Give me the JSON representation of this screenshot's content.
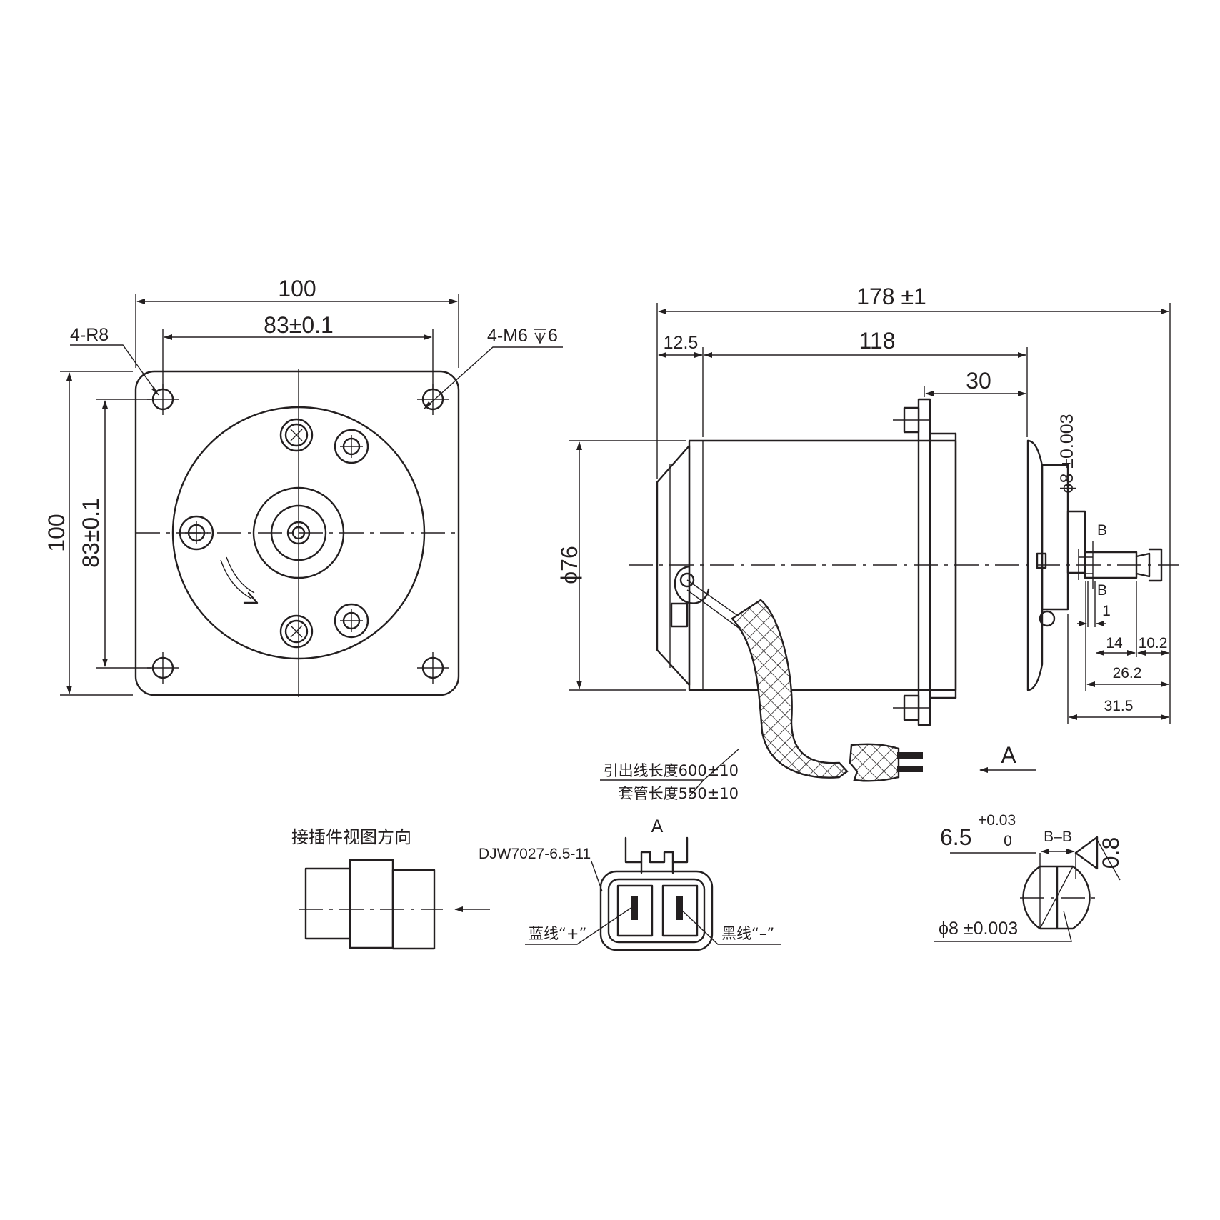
{
  "front_view": {
    "width_total": "100",
    "width_holes": "83±0.1",
    "height_total": "100",
    "height_holes": "83±0.1",
    "corner_callout": "4-R8",
    "thread_callout": "4-M6",
    "thread_depth": "6"
  },
  "side_view": {
    "overall_length": "178 ±1",
    "rear_cap": "12.5",
    "body_length": "118",
    "flange_offset": "30",
    "body_diameter": "ϕ76",
    "shaft_diameter": "ϕ8 ±0.003",
    "section_mark": "B",
    "shoulder": "1",
    "flat_length": "14",
    "tip_length": "10.2",
    "shaft_length": "26.2",
    "shaft_total": "31.5",
    "lead_length": "引出线长度600±10",
    "sleeve_length": "套管长度550±10",
    "view_arrow": "A"
  },
  "connector": {
    "view_direction_title": "接插件视图方向",
    "view_label": "A",
    "model": "DJW7027-6.5-11",
    "pin_blue": "蓝线“+”",
    "pin_black": "黑线“–”"
  },
  "section_bb": {
    "flat_dim": "6.5",
    "tol_upper": "+0.03",
    "tol_lower": "0",
    "label": "B–B",
    "flat_depth": "0.8",
    "diameter": "ϕ8  ±0.003"
  }
}
